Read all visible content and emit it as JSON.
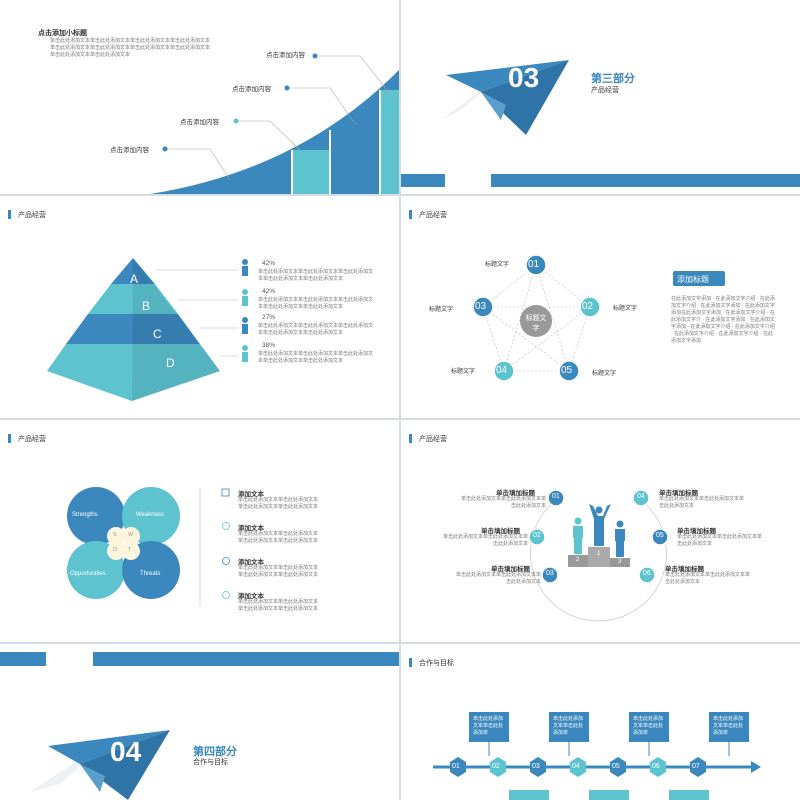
{
  "slide1": {
    "subtitle": "点击添加小标题",
    "body": "单击此处添加文本单击此处添加文本单击此处添加文本单击此处添加文本单击此处添加文本单击此处添加文本单击此处添加文本单击此处添加文本单击此处添加文本单击此处添加文本",
    "labels": [
      "点击添加内容",
      "点击添加内容",
      "点击添加内容",
      "点击添加内容"
    ]
  },
  "slide2": {
    "number": "03",
    "part": "第三部分",
    "subtitle": "产品经营"
  },
  "slide3": {
    "title": "产品经营",
    "letters": [
      "A",
      "B",
      "C",
      "D"
    ],
    "percents": [
      "42%",
      "42%",
      "27%",
      "38%"
    ],
    "desc": "单击此处添加文本单击此处添加文本单击此处添加文本单击此处添加文本单击此处添加文本"
  },
  "slide4": {
    "title": "产品经营",
    "center": "标题文字",
    "nodes": [
      "01",
      "02",
      "03",
      "04",
      "05"
    ],
    "node_label": "标题文字",
    "heading": "添加标题",
    "body": "在此添加文字添加 · 在此添加文字介绍 · 在此添加文字介绍 · 在此添加文字添加 · 在此添加文字添加在此添加文字添加 · 在此添加文字介绍 · 在此添加文字介 · 在此添加文字添加 · 在此添加文字添加 · 在此添加文字介绍 · 在此添加文字介绍 · 在此添加文字介绍 · 在此添加文字介绍 · 在此添加文字添加"
  },
  "slide5": {
    "title": "产品经营",
    "swot": [
      "Strengths",
      "Weakness",
      "Opportunities",
      "Threats"
    ],
    "letters": [
      "S",
      "W",
      "O",
      "T"
    ],
    "item_title": "添加文本",
    "item_desc": "单击此处添加文本单击此处添加文本单击此处添加文本单击此处添加文本"
  },
  "slide6": {
    "title": "产品经营",
    "label": "单击填加标题",
    "desc": "单击此处添加文本单击此处添加文本单击此处添加文本",
    "nodes": [
      "01",
      "02",
      "03",
      "04",
      "05",
      "06"
    ],
    "podium": [
      "2",
      "1",
      "3"
    ]
  },
  "slide7": {
    "number": "04",
    "part": "第四部分",
    "subtitle": "合作与目标"
  },
  "slide8": {
    "title": "合作与目标",
    "box_text": "单击此处添加文本单击此处添加单",
    "nodes": [
      "01",
      "02",
      "03",
      "04",
      "05",
      "06",
      "07"
    ]
  },
  "colors": {
    "primary": "#3a88bd",
    "teal": "#5cc3cf",
    "light_teal": "#a9dfe5",
    "gray": "#9a9a9a"
  }
}
